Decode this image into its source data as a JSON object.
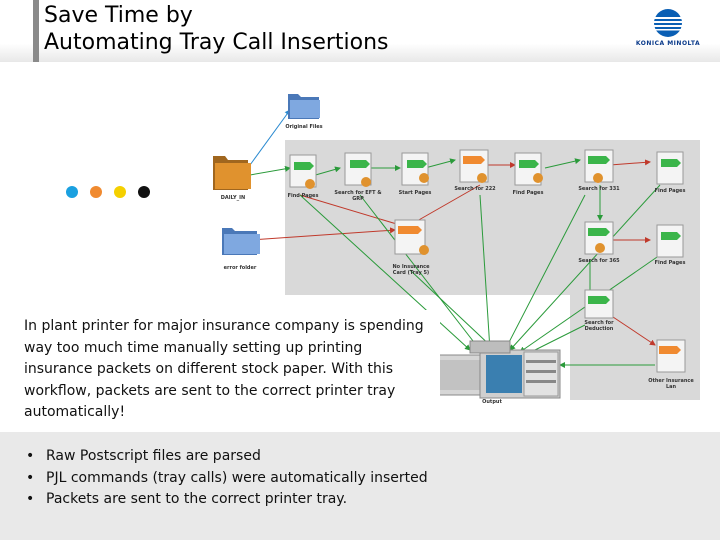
{
  "slide": {
    "title_line1": "Save Time by",
    "title_line2": "Automating Tray Call Insertions"
  },
  "logo": {
    "text": "KONICA MINOLTA",
    "color": "#0a5fb4"
  },
  "color_dots": [
    "#1aa0e0",
    "#f08a30",
    "#f5d000",
    "#111111"
  ],
  "workflow": {
    "labels": {
      "original_files": "Original Files",
      "daily_in": "DAILY_IN",
      "error_folder": "error folder",
      "find_pages_1": "Find Pages",
      "search_eft_grp": "Search for EFT & GRP",
      "start_pages": "Start Pages",
      "search_222": "Search for 222",
      "find_pages_2": "Find Pages",
      "search_331": "Search for 331",
      "find_pages_3": "Find Pages",
      "no_insurance": "No Insurance Card (Tray 5)",
      "search_365": "Search for 365",
      "find_pages_4": "Find Pages",
      "search_deduction": "Search for Deduction",
      "other_insurance": "Other Insurance Lan",
      "output": "Output"
    }
  },
  "description": "In plant printer for major insurance company is spending way too much time manually setting up printing insurance packets on different stock paper. With this workflow, packets are sent to the correct printer tray automatically!",
  "bullets": [
    "Raw Postscript files are parsed",
    "PJL commands (tray calls) were automatically inserted",
    "Packets are sent to the correct printer tray."
  ]
}
